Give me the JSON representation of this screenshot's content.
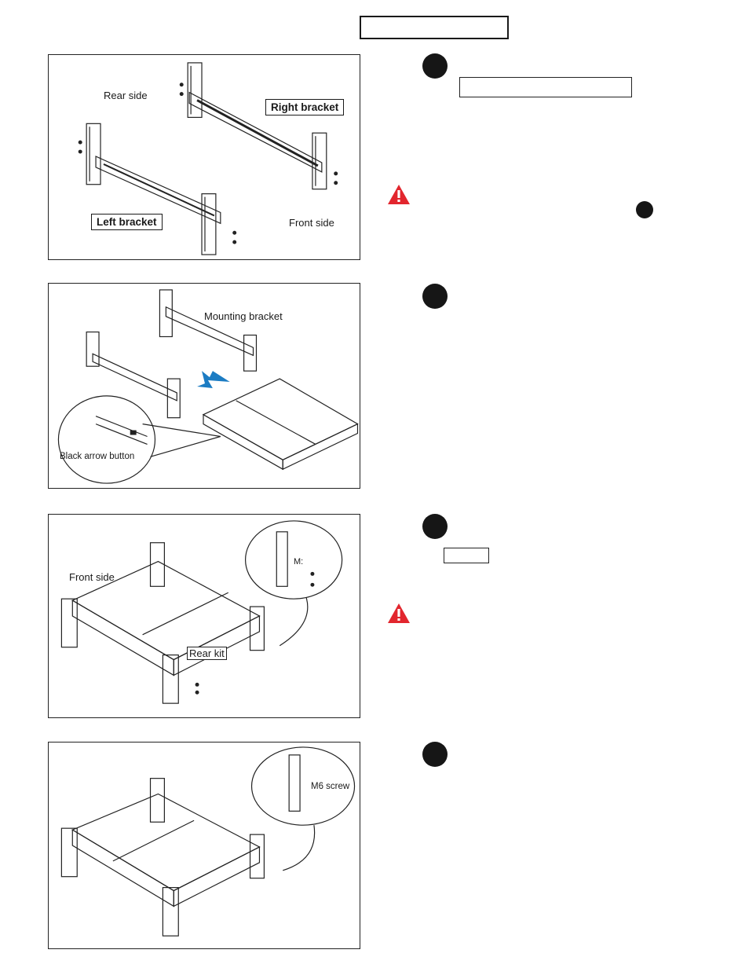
{
  "figure1": {
    "rear_side": "Rear side",
    "right_bracket": "Right bracket",
    "left_bracket": "Left bracket",
    "front_side": "Front side"
  },
  "figure2": {
    "mounting_bracket": "Mounting bracket",
    "black_arrow_button": "Black arrow button"
  },
  "figure3": {
    "front_side": "Front side",
    "rear_kit": "Rear kit",
    "m_label": "M:"
  },
  "figure4": {
    "m6_screw": "M6 screw"
  },
  "colors": {
    "warning": "#e2262e",
    "arrow": "#1c7cc3"
  },
  "icons": [
    "warning-icon",
    "step-marker",
    "push-arrow-icon"
  ]
}
